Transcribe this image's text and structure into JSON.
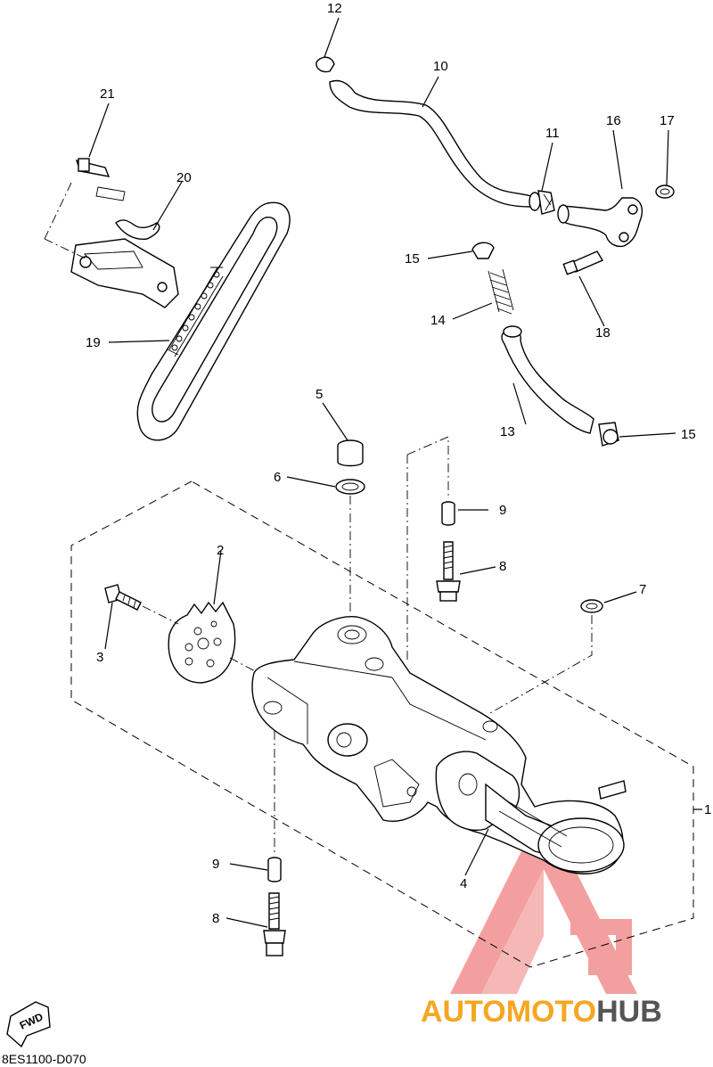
{
  "diagram": {
    "code": "8ES1100-D070",
    "fwd_label": "FWD",
    "callouts": {
      "c1": "1",
      "c2": "2",
      "c3": "3",
      "c4": "4",
      "c5": "5",
      "c6": "6",
      "c7": "7",
      "c8a": "8",
      "c8b": "8",
      "c9a": "9",
      "c9b": "9",
      "c10": "10",
      "c11": "11",
      "c12": "12",
      "c13": "13",
      "c14": "14",
      "c15a": "15",
      "c15b": "15",
      "c16": "16",
      "c17": "17",
      "c18": "18",
      "c19": "19",
      "c20": "20",
      "c21": "21"
    }
  },
  "watermark": {
    "part1": "AUTO",
    "part2": "MOTO",
    "part3": "HUB",
    "color_primary": "#f5a623",
    "color_secondary": "#555555",
    "logo_color": "#f08080"
  }
}
